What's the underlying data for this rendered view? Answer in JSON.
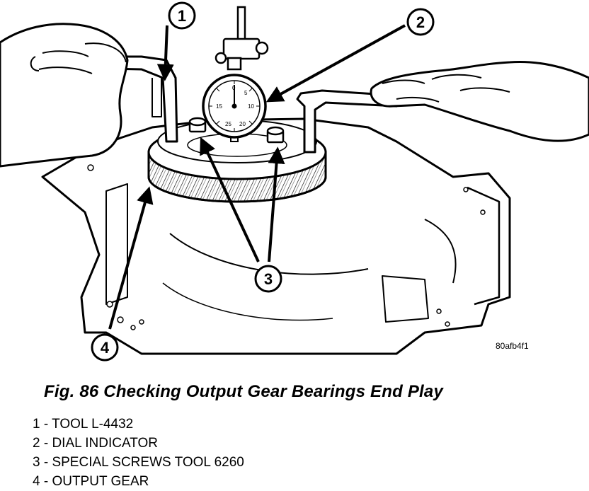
{
  "figure": {
    "code": "80afb4f1",
    "caption": "Fig. 86 Checking Output Gear Bearings End Play",
    "callouts": [
      "1",
      "2",
      "3",
      "4"
    ],
    "dial_scale": [
      "0",
      "5",
      "10",
      "15",
      "20",
      "25"
    ]
  },
  "legend": [
    "1 - TOOL L-4432",
    "2 - DIAL INDICATOR",
    "3 - SPECIAL SCREWS TOOL 6260",
    "4 - OUTPUT GEAR"
  ]
}
